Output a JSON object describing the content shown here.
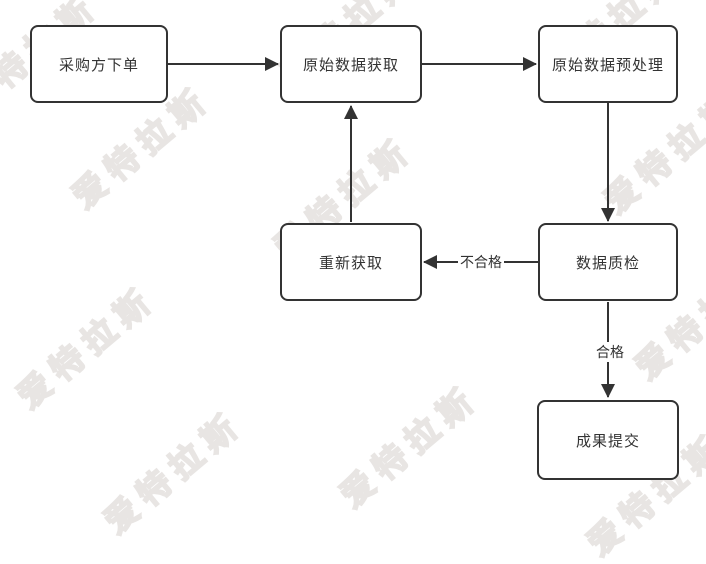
{
  "watermark": {
    "text": "爱特拉斯"
  },
  "nodes": {
    "order": {
      "label": "采购方下单"
    },
    "acquire": {
      "label": "原始数据获取"
    },
    "preprocess": {
      "label": "原始数据预处理"
    },
    "reacquire": {
      "label": "重新获取"
    },
    "qc": {
      "label": "数据质检"
    },
    "submit": {
      "label": "成果提交"
    }
  },
  "edges": {
    "order_to_acquire": {
      "from": "采购方下单",
      "to": "原始数据获取",
      "label": ""
    },
    "acquire_to_preprocess": {
      "from": "原始数据获取",
      "to": "原始数据预处理",
      "label": ""
    },
    "preprocess_to_qc": {
      "from": "原始数据预处理",
      "to": "数据质检",
      "label": ""
    },
    "qc_to_reacquire": {
      "from": "数据质检",
      "to": "重新获取",
      "label": "不合格"
    },
    "reacquire_to_acquire": {
      "from": "重新获取",
      "to": "原始数据获取",
      "label": ""
    },
    "qc_to_submit": {
      "from": "数据质检",
      "to": "成果提交",
      "label": "合格"
    }
  },
  "colors": {
    "stroke": "#333333",
    "node_border": "#333333",
    "text": "#333333",
    "background": "#ffffff",
    "watermark_outline": "#e8e5e3"
  }
}
